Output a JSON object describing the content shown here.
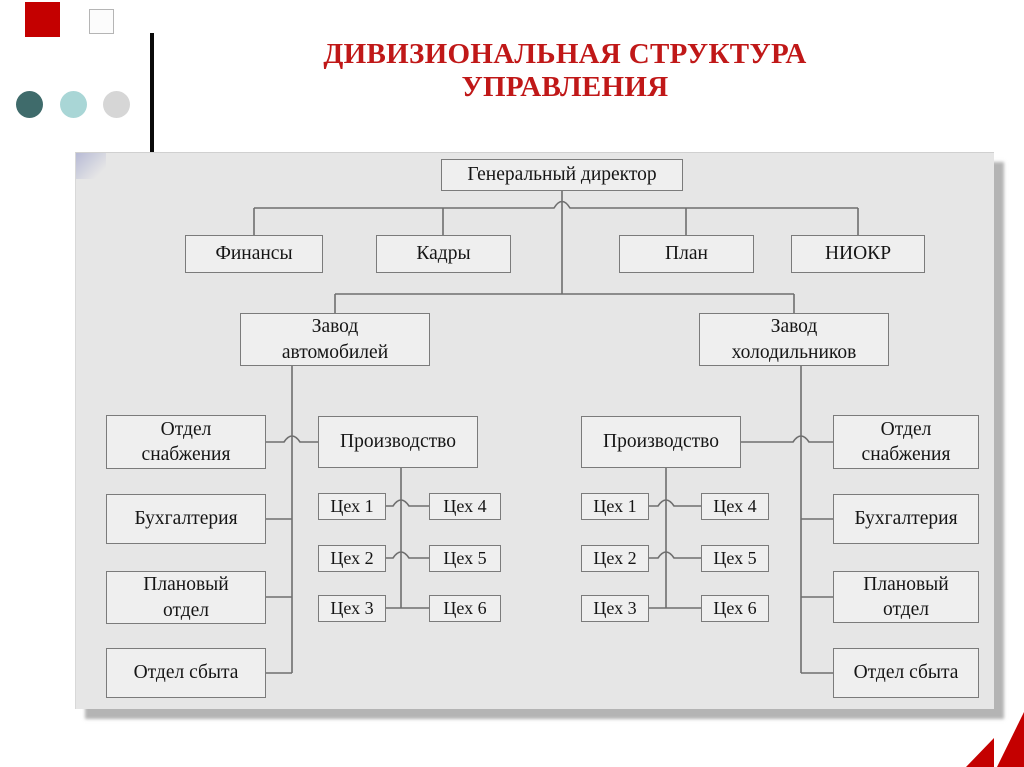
{
  "slide": {
    "title": "ДИВИЗИОНАЛЬНАЯ СТРУКТУРА УПРАВЛЕНИЯ",
    "title_color": "#c01818"
  },
  "decorations": {
    "accent_red": "#c40000",
    "bullet_colors": [
      "#3f6b6b",
      "#a9d6d6",
      "#d6d6d6"
    ],
    "panel_bg": "#e6e6e6",
    "white_square": "#fcfcfc"
  },
  "org": {
    "ceo": "Генеральный директор",
    "staff": [
      "Финансы",
      "Кадры",
      "План",
      "НИОКР"
    ],
    "plant_left": "Завод\nавтомобилей",
    "plant_right": "Завод\nхолодильников",
    "production": "Производство",
    "departments": [
      "Отдел\nснабжения",
      "Бухгалтерия",
      "Плановый\nотдел",
      "Отдел сбыта"
    ],
    "workshops_col1": [
      "Цех 1",
      "Цех 2",
      "Цех 3"
    ],
    "workshops_col2": [
      "Цех 4",
      "Цех 5",
      "Цех 6"
    ]
  }
}
